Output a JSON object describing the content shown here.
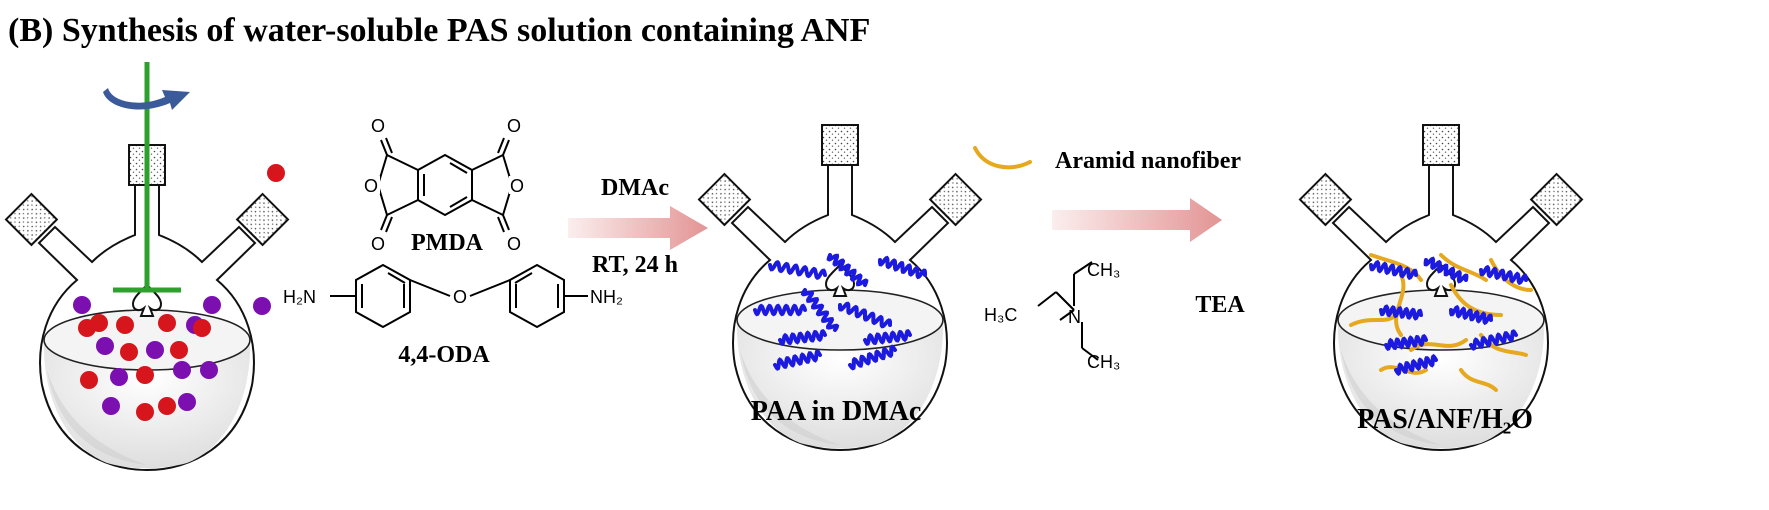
{
  "title": "(B) Synthesis of water-soluble PAS solution containing ANF",
  "reagents": {
    "pmda_label": "PMDA",
    "oda_label": "4,4-ODA",
    "oda_left_group": "H₂N",
    "oda_right_group": "NH₂",
    "oda_bridge_atom": "O",
    "carbonyl_o": "O",
    "ring_o": "O"
  },
  "step1": {
    "solvent": "DMAc",
    "conditions": "RT, 24 h"
  },
  "product1_label": "PAA in DMAc",
  "legend": {
    "fiber_label": "Aramid nanofiber"
  },
  "tea": {
    "n_label": "N",
    "ch3_top": "CH₃",
    "ch3_bottom": "CH₃",
    "h3c_left": "H₃C"
  },
  "step2": {
    "reagent": "TEA"
  },
  "product2_label": "PAS/ANF/H₂O",
  "colors": {
    "red_monomer": "#d6161c",
    "purple_monomer": "#7b0fb0",
    "chain": "#1d1adf",
    "fiber": "#e6a81e",
    "stirrer": "#2da02d",
    "rotation_arrow": "#3b5a9a",
    "arrow_start": "#f9e9e9",
    "arrow_end": "#e79b9b"
  }
}
